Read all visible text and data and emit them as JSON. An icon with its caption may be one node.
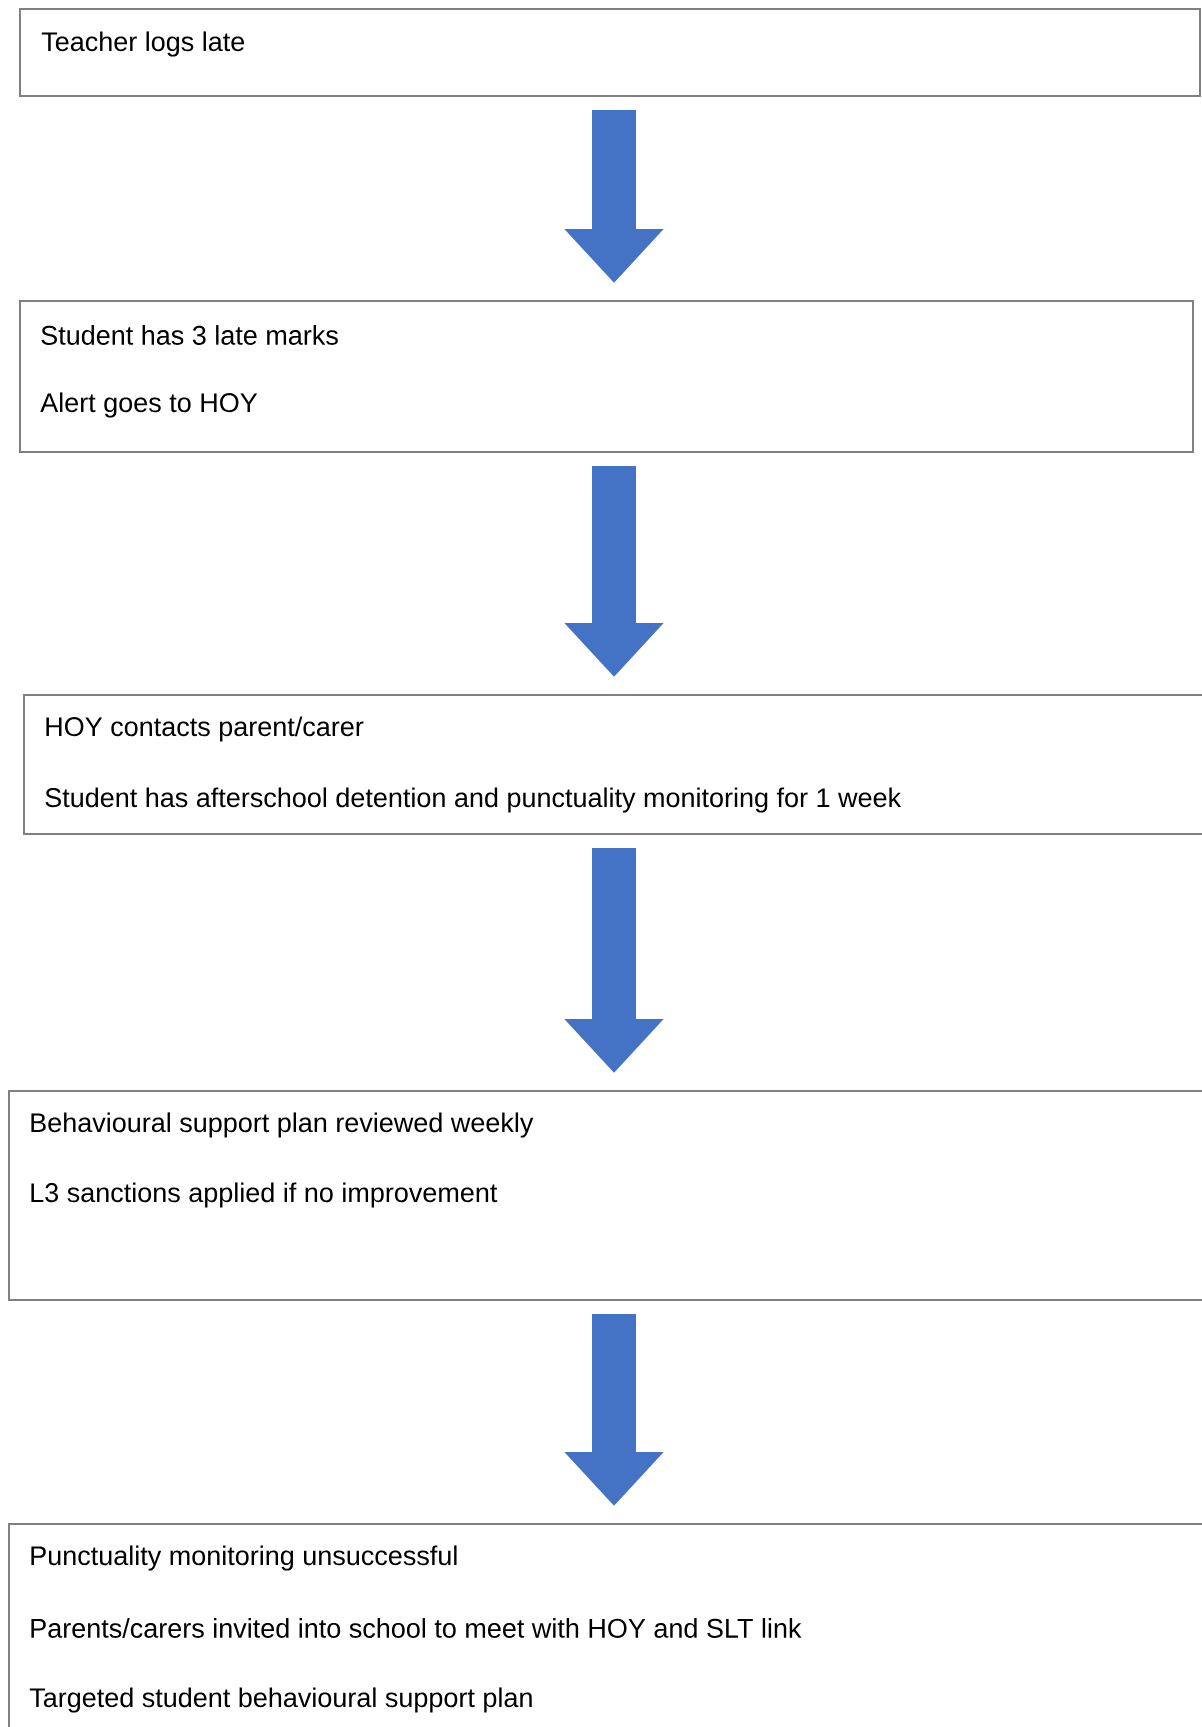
{
  "diagram": {
    "nodes": [
      {
        "text": [
          "Teacher logs late"
        ]
      },
      {
        "text": [
          "Student has 3 late marks",
          "Alert goes to HOY"
        ]
      },
      {
        "text": [
          "HOY contacts parent/carer",
          "Student has afterschool detention and punctuality monitoring for 1 week"
        ]
      },
      {
        "text": [
          "Behavioural support plan reviewed weekly",
          "L3 sanctions applied if no improvement"
        ]
      },
      {
        "text": [
          "Punctuality monitoring unsuccessful",
          "Parents/carers invited into school to meet with HOY and SLT link",
          "Targeted student behavioural support plan"
        ]
      }
    ],
    "edges": [
      {
        "from": 0,
        "to": 1,
        "arrow": "to"
      },
      {
        "from": 1,
        "to": 2,
        "arrow": "to"
      },
      {
        "from": 2,
        "to": 3,
        "arrow": "to"
      },
      {
        "from": 3,
        "to": 4,
        "arrow": "to"
      }
    ]
  }
}
